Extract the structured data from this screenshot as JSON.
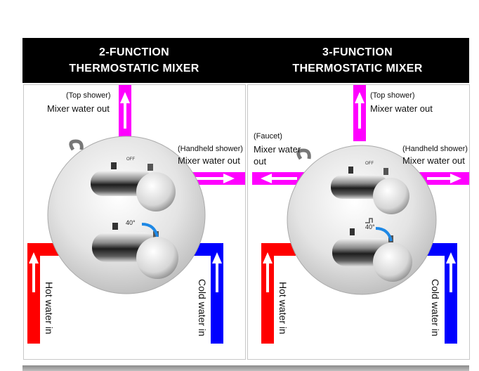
{
  "header": {
    "left_title": [
      "2-FUNCTION",
      "THERMOSTATIC MIXER"
    ],
    "right_title": [
      "3-FUNCTION",
      "THERMOSTATIC MIXER"
    ]
  },
  "panel_left": {
    "top_sub": "(Top shower)",
    "top_main": "Mixer water out",
    "side_sub": "(Handheld shower)",
    "side_main": "Mixer water out",
    "hot": "Hot water in",
    "cold": "Cold water in",
    "knob_off": "OFF",
    "temp": "40°"
  },
  "panel_right": {
    "top_sub": "(Top shower)",
    "top_main": "Mixer water out",
    "faucet_sub": "(Faucet)",
    "faucet_main_1": "Mixer water",
    "faucet_main_2": "out",
    "side_sub": "(Handheld shower)",
    "side_main": "Mixer water out",
    "hot": "Hot water in",
    "cold": "Cold water in",
    "knob_off": "OFF",
    "temp": "40°"
  },
  "colors": {
    "mixer": "#ff00ff",
    "hot": "#ff0000",
    "cold": "#0000ff",
    "header_bg": "#000000"
  }
}
